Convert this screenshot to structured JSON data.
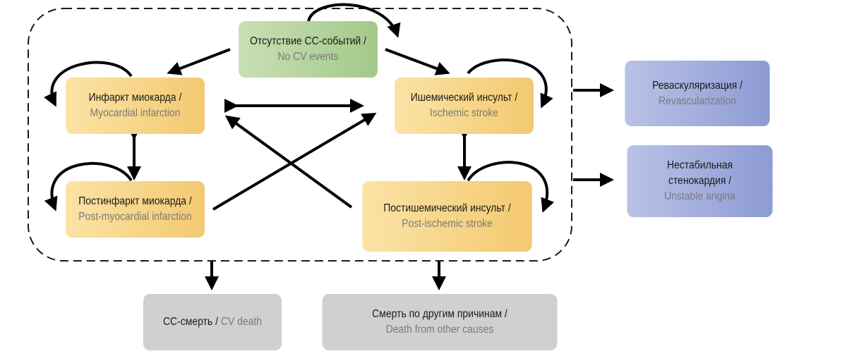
{
  "states": {
    "no_events": {
      "ru": "Отсутствие СС-событий /",
      "en": "No CV events"
    },
    "mi": {
      "ru": "Инфаркт миокарда /",
      "en": "Myocardial infarction"
    },
    "stroke": {
      "ru": "Ишемический инсульт /",
      "en": "Ischemic stroke"
    },
    "post_mi": {
      "ru": "Постинфаркт миокарда /",
      "en": "Post-myocardial infarction"
    },
    "post_stroke": {
      "ru": "Постишемический инсульт /",
      "en": "Post-ischemic stroke"
    },
    "revasc": {
      "ru": "Реваскуляризация /",
      "en": "Revascularization"
    },
    "angina": {
      "ru1": "Нестабильная",
      "ru2": "стенокардия /",
      "en": "Unstable angina"
    },
    "cv_death": {
      "ru": "СС-смерть /",
      "en": "CV death"
    },
    "other_death": {
      "ru": "Смерть по другим причинам /",
      "en": "Death from other causes"
    }
  },
  "colors": {
    "arrow": "#000000",
    "dashed_border": "#1a1a1a",
    "green": "#a3c98a",
    "yellow": "#f3c970",
    "blue": "#8d9bd4",
    "grey": "#d0d0d0"
  }
}
